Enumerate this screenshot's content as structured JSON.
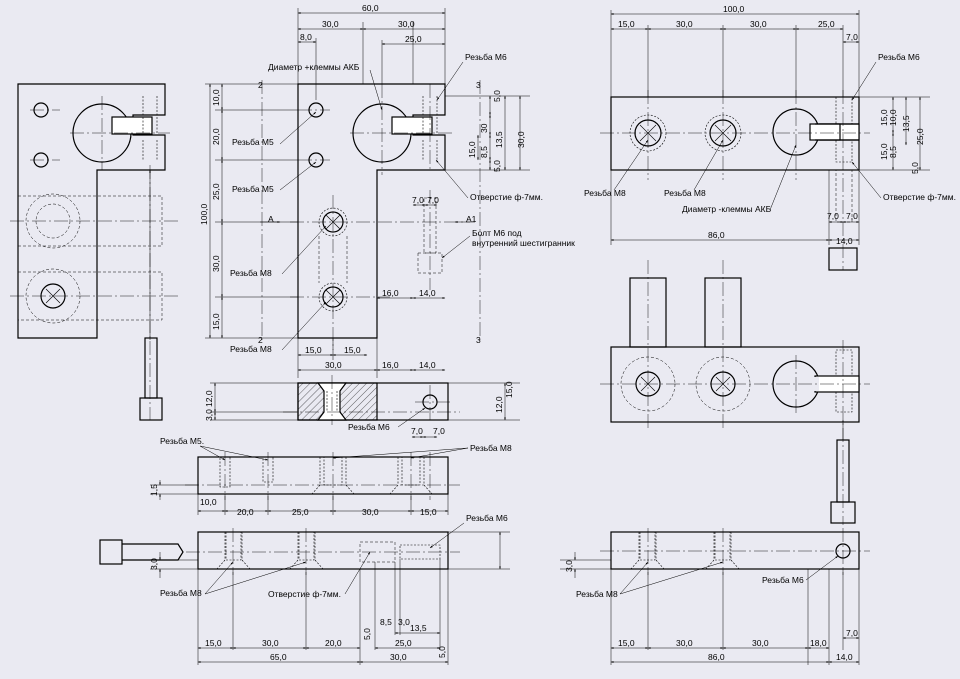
{
  "labels": {
    "m6": "Резьба М6",
    "m5": "Резьба М5",
    "m5_dot": "Резьба М5.",
    "m8": "Резьба М8",
    "diam_plus": "Диаметр +клеммы АКБ",
    "diam_minus": "Диаметр -клеммы АКБ",
    "hole": "Отверстие ф-7мм.",
    "bolt_1": "Болт М6 под",
    "bolt_2": "внутренний шестигранник",
    "sec_a": "А",
    "sec_a1": "А1",
    "sec_2": "2",
    "sec_3": "3"
  },
  "dims": {
    "d60": "60,0",
    "d30": "30,0",
    "d25": "25,0",
    "d8": "8,0",
    "d10": "10,0",
    "d20": "20,0",
    "d15": "15,0",
    "d100": "100,0",
    "d5": "5,0",
    "d13_5": "13,5",
    "d8_5": "8,5",
    "d30s": "30",
    "d7": "7,0",
    "d16": "16,0",
    "d14": "14,0",
    "d12": "12,0",
    "d3": "3,0",
    "d12_15": "12,0",
    "d15b": "15,0",
    "d1_5": "1,5",
    "d65": "65,0",
    "d86": "86,0",
    "d18": "18,0",
    "d3s": "3,0",
    "d5s": "5,0"
  }
}
